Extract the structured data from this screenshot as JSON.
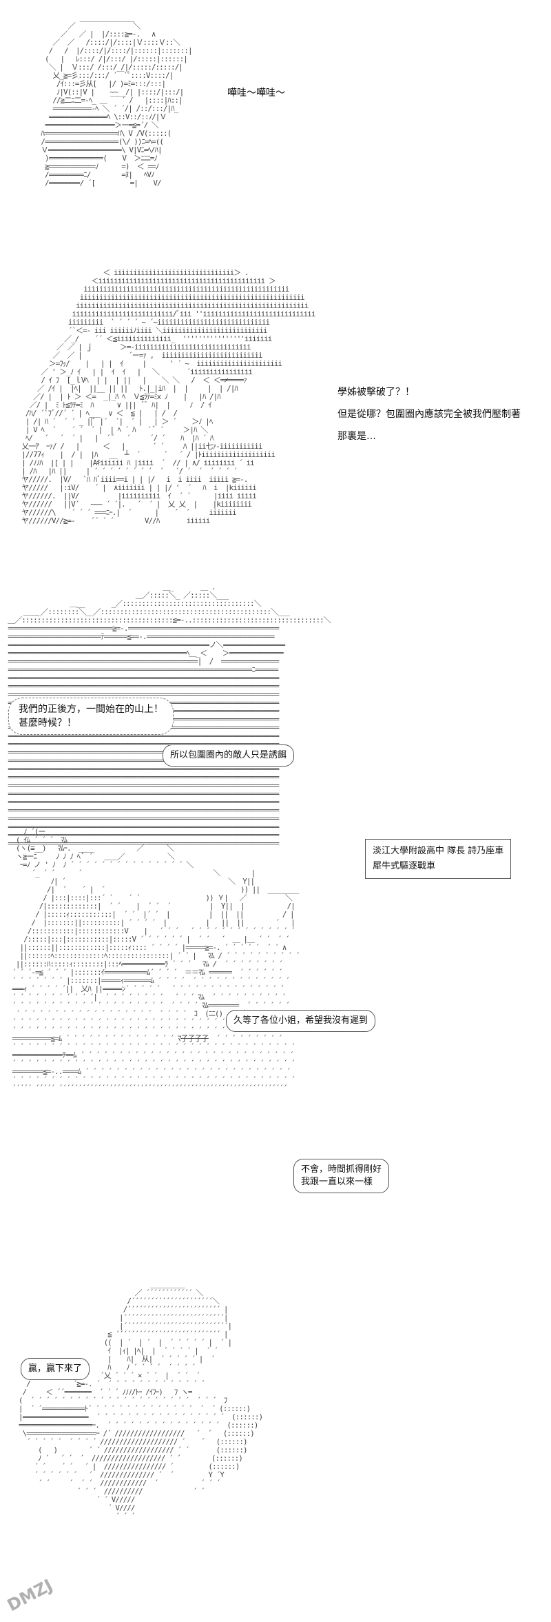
{
  "panels": [
    {
      "sfx": "嘩哇～嘩哇～"
    },
    {
      "lines": [
        "學姊被擊破了？！",
        "但是從哪？包圍圈內應該完全被我們壓制著",
        "那裏是…"
      ]
    },
    {
      "cloud_lines": [
        "我們的正後方，一間始在的山上！",
        "甚麼時候？！"
      ],
      "bubble": "所以包圍圈內的敵人只是誘餌"
    },
    {
      "caption_lines": [
        "淡江大學附設高中 隊長 詩乃座車",
        "犀牛式驅逐戰車"
      ],
      "bubble1": "久等了各位小姐，希望我沒有遲到",
      "bubble2_lines": [
        "不會，時間抓得剛好",
        "我跟一直以來一樣"
      ]
    },
    {
      "bubble": "贏，贏下來了"
    }
  ],
  "watermark": "DMZJ"
}
